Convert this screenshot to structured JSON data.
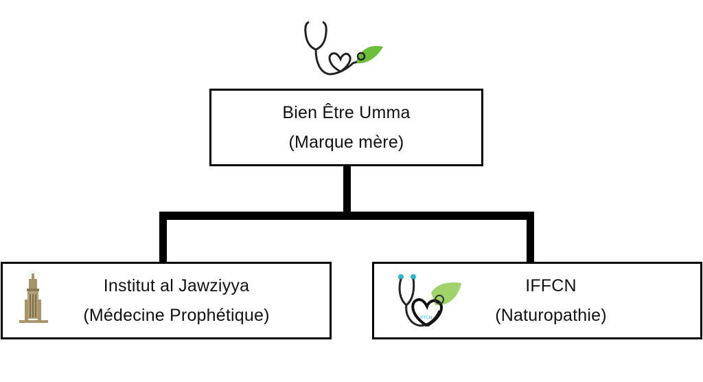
{
  "root": {
    "title": "Bien Être Umma",
    "subtitle": "(Marque mère)",
    "icon": "stethoscope-heart-leaf-icon"
  },
  "children": [
    {
      "title": "Institut al Jawziyya",
      "subtitle": "(Médecine Prophétique)",
      "icon": "minaret-tower-icon"
    },
    {
      "title": "IFFCN",
      "subtitle": "(Naturopathie)",
      "icon": "stethoscope-heart-leaf-icon",
      "logo_text": "IFFCN"
    }
  ],
  "colors": {
    "leaf": "#6bbf3a",
    "leaf_light": "#9fd36a",
    "gold": "#a8956a",
    "teal": "#2bb5c8",
    "connector": "#000000"
  }
}
